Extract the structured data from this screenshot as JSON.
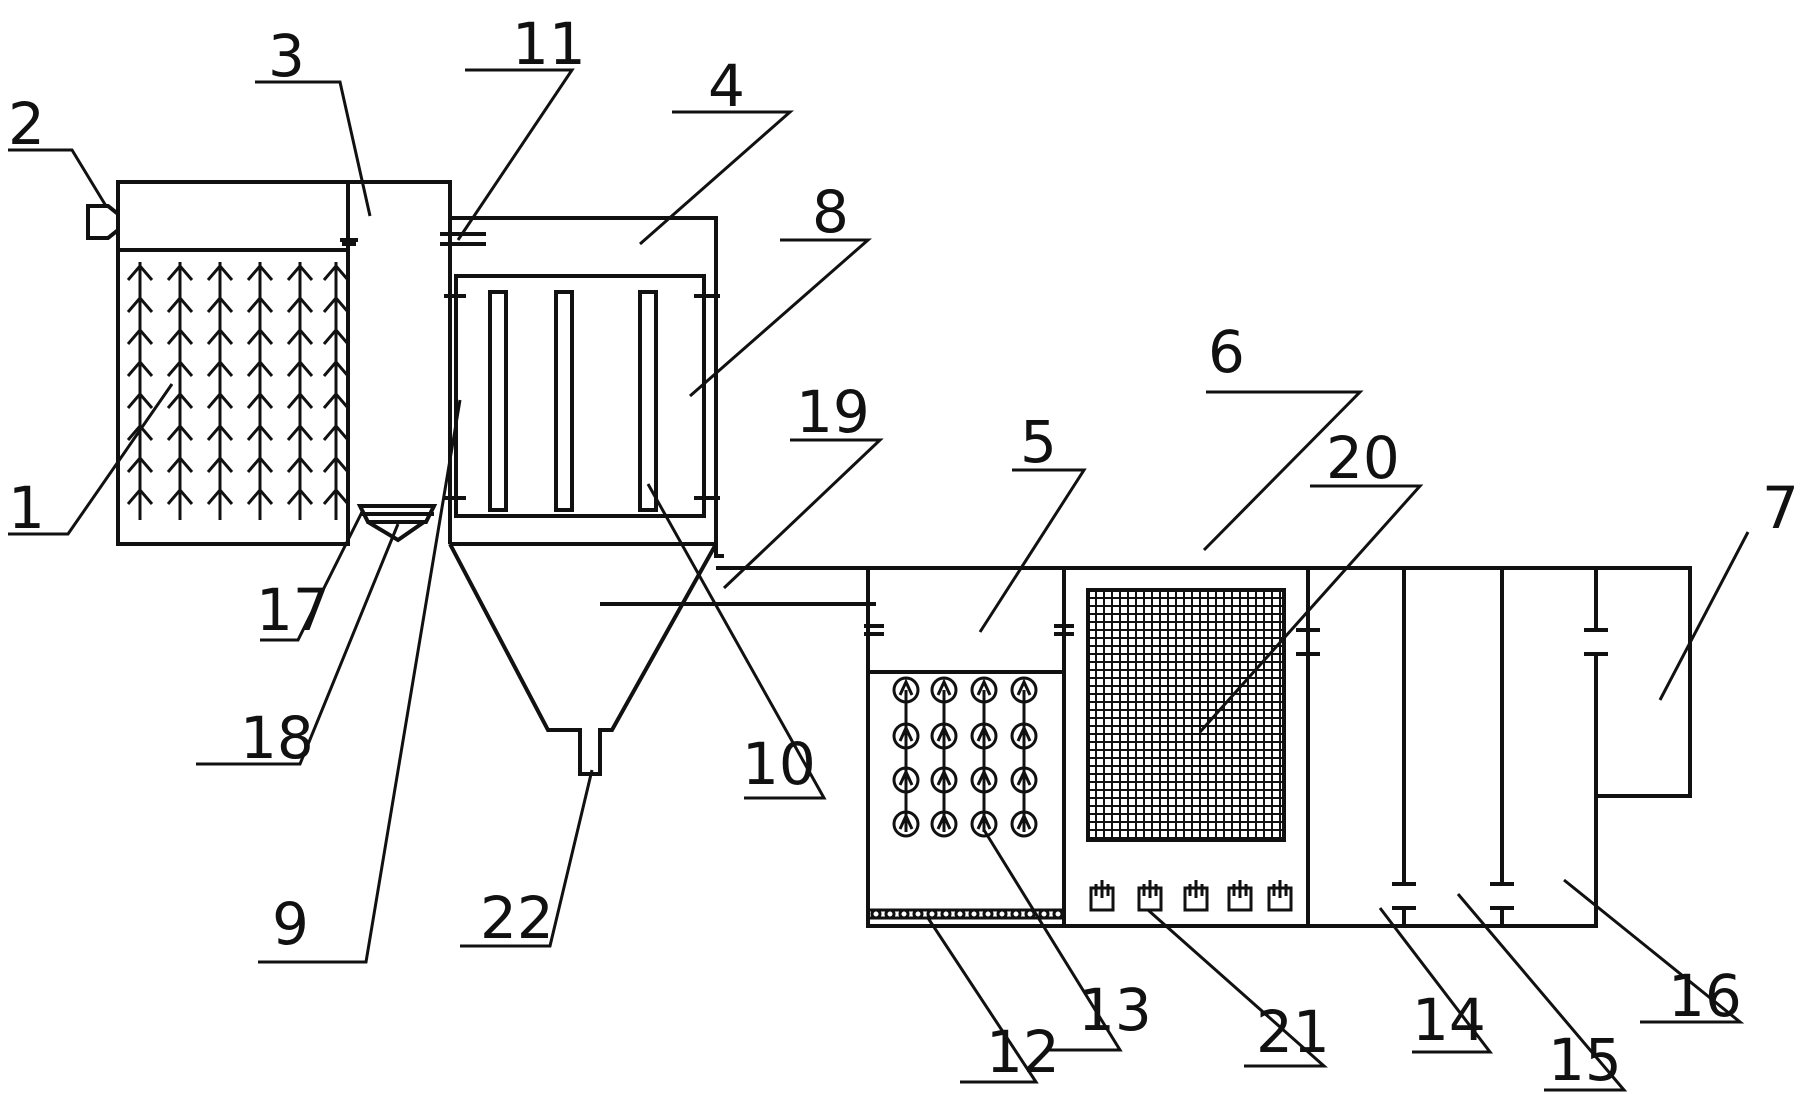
{
  "labels": {
    "l1": "1",
    "l2": "2",
    "l3": "3",
    "l4": "4",
    "l5": "5",
    "l6": "6",
    "l7": "7",
    "l8": "8",
    "l9": "9",
    "l10": "10",
    "l11": "11",
    "l12": "12",
    "l13": "13",
    "l14": "14",
    "l15": "15",
    "l16": "16",
    "l17": "17",
    "l18": "18",
    "l19": "19",
    "l20": "20",
    "l21": "21",
    "l22": "22"
  },
  "colors": {
    "stroke": "#111111",
    "background": "#ffffff"
  }
}
